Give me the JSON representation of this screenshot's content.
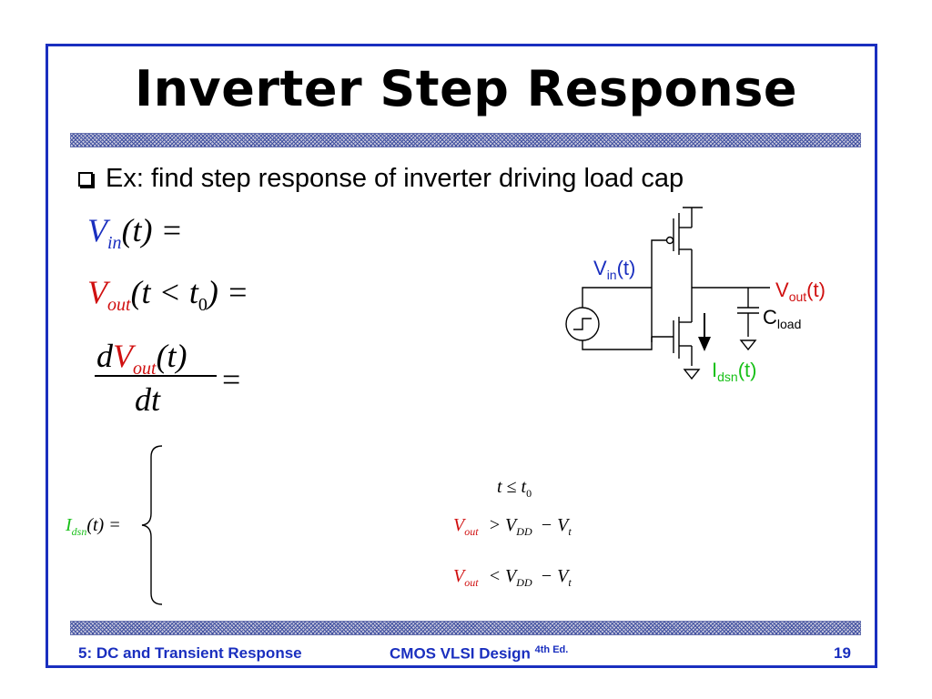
{
  "slide": {
    "title": "Inverter Step Response",
    "bullet": "Ex: find step response of inverter driving load cap"
  },
  "equations": {
    "vin_var": "V",
    "vin_sub": "in",
    "vin_rest": "(t) =",
    "vout_var": "V",
    "vout_sub": "out",
    "vout_rest_a": "(t < t",
    "vout_rest_sub": "0",
    "vout_rest_b": ") =",
    "deriv_d": "d",
    "deriv_var": "V",
    "deriv_sub": "out",
    "deriv_t": "(t)",
    "deriv_den": "dt",
    "deriv_eq": "="
  },
  "piecewise": {
    "lhs_var": "I",
    "lhs_sub": "dsn",
    "lhs_rest": "(t) =",
    "cond1_a": "t ≤ t",
    "cond1_sub": "0",
    "cond2_var": "V",
    "cond2_sub": "out",
    "cond2_rest": "> V",
    "cond2_dd": "DD",
    "cond2_minus": "− V",
    "cond2_t": "t",
    "cond3_var": "V",
    "cond3_sub": "out",
    "cond3_rest": "< V",
    "cond3_dd": "DD",
    "cond3_minus": "− V",
    "cond3_t": "t"
  },
  "circuit": {
    "vin_label": "V",
    "vin_sub": "in",
    "vin_t": "(t)",
    "vout_label": "V",
    "vout_sub": "out",
    "vout_t": "(t)",
    "cload_label": "C",
    "cload_sub": "load",
    "idsn_label": "I",
    "idsn_sub": "dsn",
    "idsn_t": "(t)"
  },
  "footer": {
    "left": "5: DC and Transient Response",
    "center": "CMOS VLSI Design",
    "center_sup": "4th Ed.",
    "page": "19"
  },
  "colors": {
    "frame": "#1a2fbf",
    "vin": "#1a2fbf",
    "vout": "#d01010",
    "idsn": "#18c018"
  }
}
